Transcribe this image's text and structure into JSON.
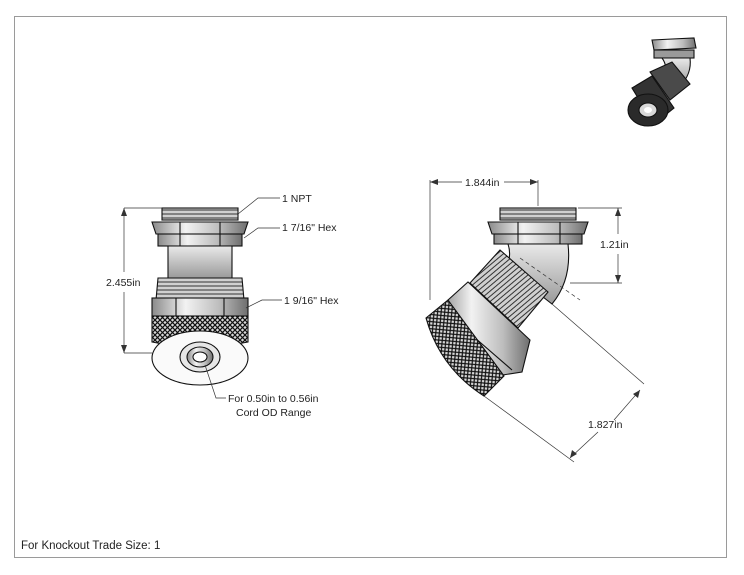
{
  "callouts": {
    "npt": "1 NPT",
    "hex_small": "1 7/16\" Hex",
    "hex_large": "1 9/16\" Hex",
    "cord_line1": "For 0.50in to 0.56in",
    "cord_line2": "Cord OD Range"
  },
  "dimensions": {
    "overall_height": "2.455in",
    "width": "1.844in",
    "height": "1.21in",
    "diagonal": "1.827in"
  },
  "footer": "For Knockout Trade Size: 1",
  "colors": {
    "line": "#111111",
    "metal": "#c9c9c9",
    "metal_dark": "#7a7a7a",
    "iso_dark": "#3a3a3a"
  }
}
